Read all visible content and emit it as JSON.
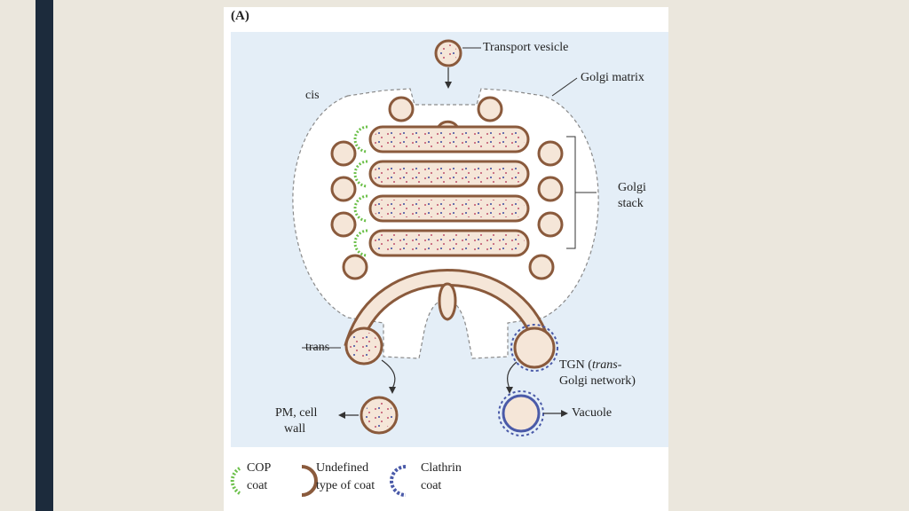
{
  "figure": {
    "panel_label": "(A)",
    "labels": {
      "transport_vesicle": "Transport vesicle",
      "golgi_matrix": "Golgi matrix",
      "cis": "cis",
      "golgi_stack_line1": "Golgi",
      "golgi_stack_line2": "stack",
      "trans": "trans",
      "tgn_line1_a": "TGN (",
      "tgn_line1_b": "trans",
      "tgn_line1_c": "-",
      "tgn_line2": "Golgi network)",
      "pm_line1": "PM, cell",
      "pm_line2": "wall",
      "vacuole": "Vacuole"
    },
    "legend": [
      {
        "line1": "COP",
        "line2": "coat",
        "color": "#6cc04a"
      },
      {
        "line1": "Undefined",
        "line2": "type of coat",
        "color": "#8a5a3c"
      },
      {
        "line1": "Clathrin",
        "line2": "coat",
        "color": "#4a5aa8"
      }
    ]
  },
  "colors": {
    "background": "#ebe7dd",
    "sidebar": "#1c2b3c",
    "panel": "#e4eef7",
    "cisterna_fill": "#f5e6d8",
    "membrane": "#8a5a3c",
    "cop": "#6cc04a",
    "clathrin": "#4a5aa8"
  }
}
